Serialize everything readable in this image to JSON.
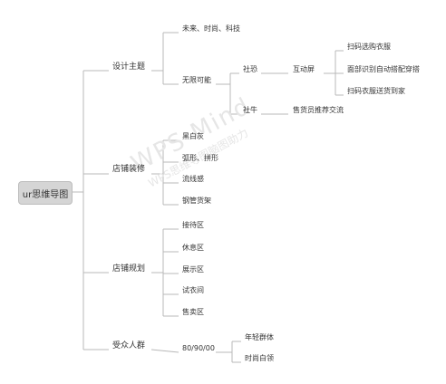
{
  "root": "ur思维导图",
  "branches": [
    {
      "label": "设计主题",
      "children": [
        {
          "label": "未来、时尚、科技"
        },
        {
          "label": "无限可能",
          "children": [
            {
              "label": "社恐",
              "children": [
                {
                  "label": "互动屏",
                  "children": [
                    {
                      "label": "扫码选购衣服"
                    },
                    {
                      "label": "面部识别自动搭配穿搭"
                    },
                    {
                      "label": "扫码衣服送货到家"
                    }
                  ]
                }
              ]
            },
            {
              "label": "社牛",
              "children": [
                {
                  "label": "售货员推荐交流"
                }
              ]
            }
          ]
        }
      ]
    },
    {
      "label": "店铺装修",
      "children": [
        {
          "label": "黑白灰"
        },
        {
          "label": "弧形、拼形"
        },
        {
          "label": "流线感"
        },
        {
          "label": "钢管货架"
        }
      ]
    },
    {
      "label": "店铺规划",
      "children": [
        {
          "label": "接待区"
        },
        {
          "label": "休息区"
        },
        {
          "label": "展示区"
        },
        {
          "label": "试衣间"
        },
        {
          "label": "售卖区"
        }
      ]
    },
    {
      "label": "受众人群",
      "children": [
        {
          "label": "80/90/00",
          "children": [
            {
              "label": "年轻群体"
            },
            {
              "label": "时尚白领"
            }
          ]
        }
      ]
    }
  ],
  "watermark": {
    "main": "WPS Mind",
    "sub": "WPS思维导图脑图助力"
  },
  "colors": {
    "line": "#b8b8b8",
    "text": "#333333",
    "root_fill": "#d5d5d5"
  }
}
